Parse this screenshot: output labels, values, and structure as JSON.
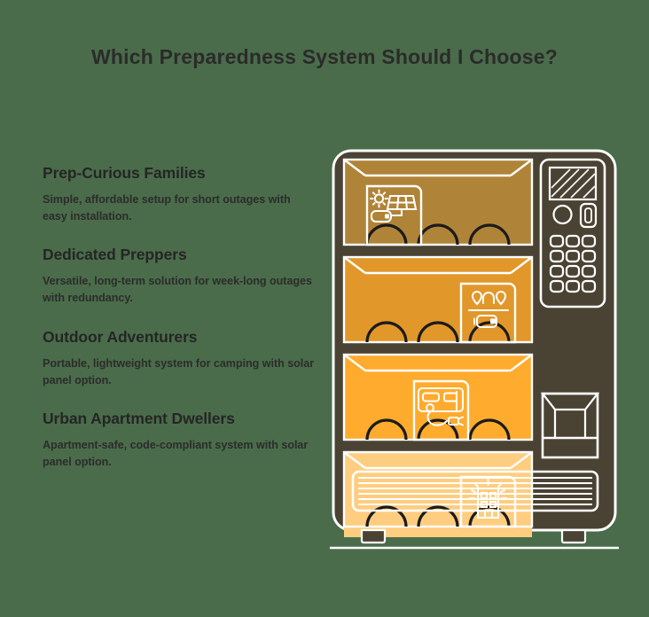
{
  "page": {
    "background_color": "#4a6c4a",
    "title": "Which Preparedness System Should I Choose?"
  },
  "list": {
    "items": [
      {
        "title": "Prep-Curious Families",
        "desc": "Simple, affordable setup for short outages with easy installation.",
        "shelf_color": "#b08438",
        "icon": "solar-panel-battery-icon"
      },
      {
        "title": "Dedicated Preppers",
        "desc": "Versatile, long-term solution for week-long outages with redundancy.",
        "shelf_color": "#e2972a",
        "icon": "battery-bank-icon"
      },
      {
        "title": "Outdoor Adventurers",
        "desc": "Portable, lightweight system for camping with solar panel option.",
        "shelf_color": "#ffab2e",
        "icon": "portable-generator-icon"
      },
      {
        "title": "Urban Apartment Dwellers",
        "desc": "Apartment-safe, code-compliant system with solar panel option.",
        "shelf_color": "#ffcd80",
        "icon": "apartment-building-icon"
      }
    ]
  },
  "machine": {
    "body_color": "#4a4334",
    "outline_color": "#ffffff",
    "coil_color": "#1b1b1b",
    "shelves": [
      {
        "label": "Prep-Curious Families",
        "color": "#b08438",
        "coils": 3,
        "icon_slot": 1
      },
      {
        "label": "Dedicated Preppers",
        "color": "#e2972a",
        "coils": 3,
        "icon_slot": 3
      },
      {
        "label": "Outdoor Adventurers",
        "color": "#ffab2e",
        "coils": 3,
        "icon_slot": 2
      },
      {
        "label": "Urban Apartment Dwellers",
        "color": "#ffcd80",
        "coils": 3,
        "icon_slot": 3
      }
    ],
    "panel": {
      "screen": "display-screen",
      "coin_slot": "coin-slot-icon",
      "card_slot": "card-slot-icon",
      "keypad_rows": 4,
      "keypad_cols": 3
    },
    "tray": "dispensing-tray",
    "grille_lines": 7,
    "feet": 2
  }
}
